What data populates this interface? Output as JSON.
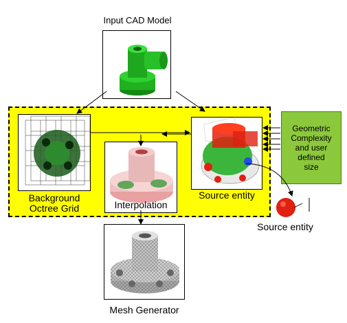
{
  "title_input": "Input CAD Model",
  "label_octree": "Background\nOctree Grid",
  "label_interpolation": "Interpolation",
  "label_source_entity_inner": "Source entity",
  "label_source_entity_outer": "Source entity",
  "label_mesh_generator": "Mesh Generator",
  "green_box_text": "Geometric\nComplexity\nand user\ndefined\nsize",
  "colors": {
    "panel_yellow": "#ffff00",
    "model_green": "#22cc22",
    "mesh_gray": "#9a9a9a",
    "source_red": "#e02010",
    "side_green": "#8cc83c"
  }
}
